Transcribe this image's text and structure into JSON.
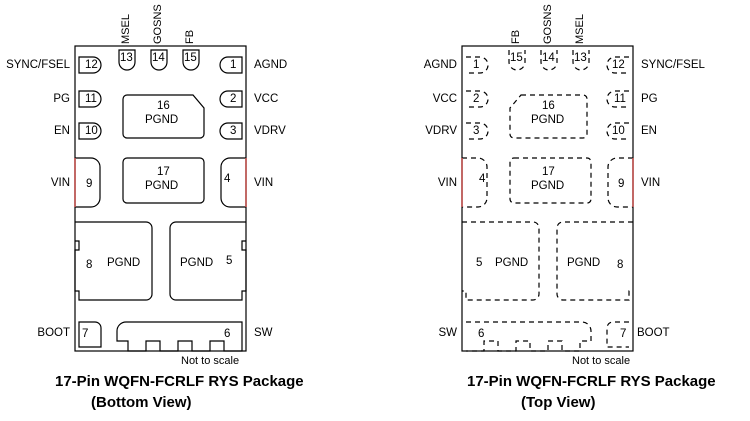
{
  "bottom_view": {
    "pins_left": [
      {
        "num": "12",
        "label": "SYNC/FSEL"
      },
      {
        "num": "11",
        "label": "PG"
      },
      {
        "num": "10",
        "label": "EN"
      },
      {
        "num": "9",
        "label": "VIN"
      },
      {
        "num": "8",
        "label": ""
      },
      {
        "num": "7",
        "label": "BOOT"
      }
    ],
    "pins_right": [
      {
        "num": "1",
        "label": "AGND"
      },
      {
        "num": "2",
        "label": "VCC"
      },
      {
        "num": "3",
        "label": "VDRV"
      },
      {
        "num": "4",
        "label": "VIN"
      },
      {
        "num": "5",
        "label": ""
      },
      {
        "num": "6",
        "label": "SW"
      }
    ],
    "pins_top": [
      {
        "num": "13",
        "label": "MSEL"
      },
      {
        "num": "14",
        "label": "GOSNS"
      },
      {
        "num": "15",
        "label": "FB"
      }
    ],
    "pads": {
      "pad16_num": "16",
      "pad16_name": "PGND",
      "pad17_num": "17",
      "pad17_name": "PGND",
      "pgnd_left": "PGND",
      "pgnd_right": "PGND"
    },
    "note": "Not to scale",
    "caption_line1": "17-Pin WQFN-FCRLF RYS Package",
    "caption_line2": "(Bottom View)"
  },
  "top_view": {
    "pins_left": [
      {
        "num": "1",
        "label": "AGND"
      },
      {
        "num": "2",
        "label": "VCC"
      },
      {
        "num": "3",
        "label": "VDRV"
      },
      {
        "num": "4",
        "label": "VIN"
      },
      {
        "num": "5",
        "label": ""
      },
      {
        "num": "6",
        "label": "SW"
      }
    ],
    "pins_right": [
      {
        "num": "12",
        "label": "SYNC/FSEL"
      },
      {
        "num": "11",
        "label": "PG"
      },
      {
        "num": "10",
        "label": "EN"
      },
      {
        "num": "9",
        "label": "VIN"
      },
      {
        "num": "8",
        "label": ""
      },
      {
        "num": "7",
        "label": "BOOT"
      }
    ],
    "pins_top": [
      {
        "num": "15",
        "label": "FB"
      },
      {
        "num": "14",
        "label": "GOSNS"
      },
      {
        "num": "13",
        "label": "MSEL"
      }
    ],
    "pads": {
      "pad16_num": "16",
      "pad16_name": "PGND",
      "pad17_num": "17",
      "pad17_name": "PGND",
      "pgnd_left": "PGND",
      "pgnd_right": "PGND"
    },
    "note": "Not to scale",
    "caption_line1": "17-Pin WQFN-FCRLF RYS Package",
    "caption_line2": "(Top View)"
  },
  "colors": {
    "outline": "#000000",
    "vin_pad_edge": "#c0504d"
  }
}
